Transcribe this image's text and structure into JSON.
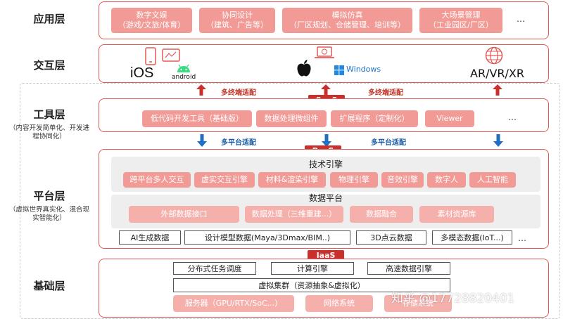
{
  "layers": {
    "application": {
      "title": "应用层"
    },
    "interaction": {
      "title": "交互层"
    },
    "tools": {
      "title": "工具层",
      "subtitle": "（内容开发简单化、开发进程协同化）"
    },
    "platform": {
      "title": "平台层",
      "subtitle": "（虚拟世界真实化、混合现实智能化）"
    },
    "infrastructure": {
      "title": "基础层"
    }
  },
  "application": {
    "items": [
      {
        "line1": "数字文娱",
        "line2": "（游戏/文旅/体育）"
      },
      {
        "line1": "协同设计",
        "line2": "（建筑、广告等）"
      },
      {
        "line1": "模拟仿真",
        "line2": "（厂区规划、仓储管理、培训等）"
      },
      {
        "line1": "大场景管理",
        "line2": "（工业园区/厂区）"
      }
    ],
    "more": "…"
  },
  "interaction": {
    "ios": "iOS",
    "android": "android",
    "windows": "Windows",
    "xr": "AR/VR/XR"
  },
  "adapters": {
    "multi_terminal_left": "多终端适配",
    "multi_terminal_right": "多终端适配",
    "multi_platform_left": "多平台适配",
    "multi_platform_right": "多平台适配"
  },
  "tags": {
    "saas": "SaaS",
    "paas": "PaaS",
    "iaas": "IaaS"
  },
  "tools": {
    "items": [
      "低代码开发工具（基础版）",
      "数据处理微组件",
      "扩展程序（定制化）",
      "Viewer"
    ],
    "more": "…"
  },
  "platform": {
    "tech_engine_title": "技术引擎",
    "tech_engines": [
      "跨平台多人交互",
      "虚实交互引擎",
      "材料&渲染引擎",
      "物理引擎",
      "音效引擎",
      "数字人",
      "人工智能"
    ],
    "data_platform_title": "数据平台",
    "data_tools": [
      "外部数据接口",
      "数据处理（三维重建...）",
      "数据融合",
      "素材资源库"
    ],
    "data_types": [
      "AI生成数据",
      "设计模型数据(Maya/3Dmax/BIM..)",
      "3D点云数据",
      "多模态数据(IoT...)"
    ],
    "more": "…"
  },
  "infrastructure": {
    "top_row": [
      "分布式任务调度",
      "计算引擎",
      "高速数据引擎"
    ],
    "cluster": "虚拟集群（资源抽象&虚拟化）",
    "bottom_row": [
      "服务器（GPU/RTX/SoC...）",
      "网络系统",
      "存储系统"
    ]
  },
  "watermark": "知乎 @17728820401",
  "colors": {
    "accent": "#e05a55",
    "pill": "#f29a96",
    "tag": "#c9302c",
    "up_arrow": "#c9302c",
    "down_arrow": "#1f6fc5"
  }
}
